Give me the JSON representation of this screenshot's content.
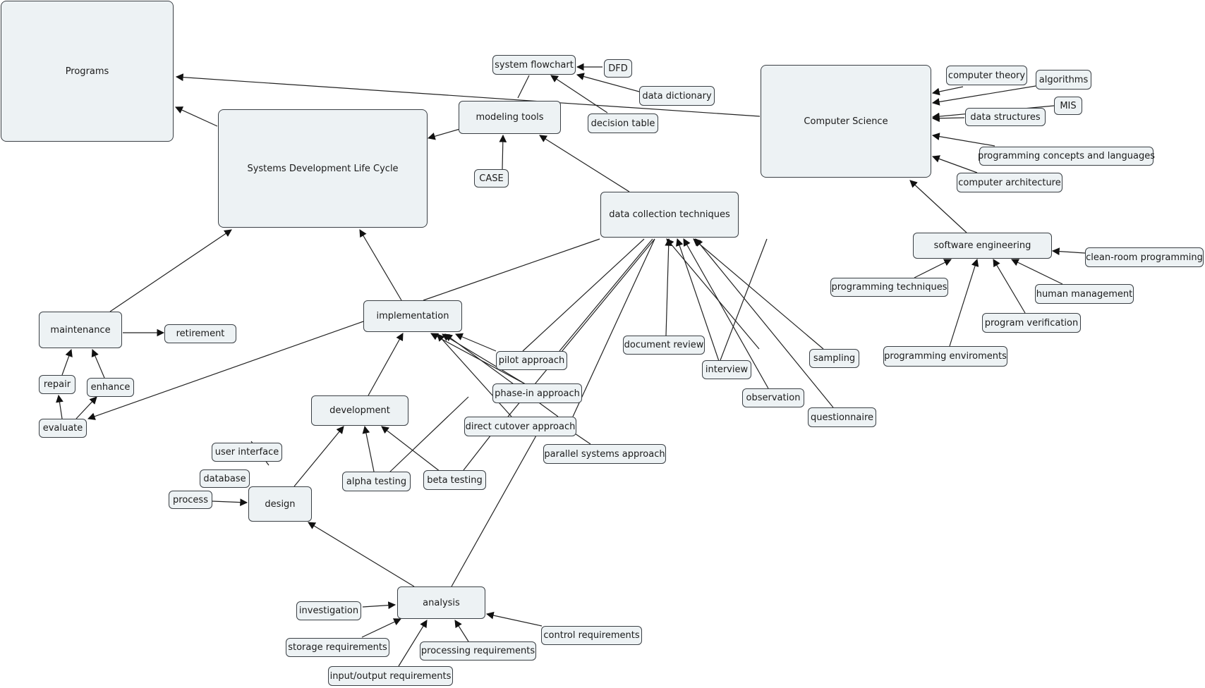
{
  "diagram": {
    "nodes": [
      {
        "id": "programs",
        "label": "Programs",
        "big": true
      },
      {
        "id": "sdlc",
        "label": "Systems Development Life Cycle",
        "big": true
      },
      {
        "id": "cs",
        "label": "Computer Science",
        "big": true
      },
      {
        "id": "system_flowchart",
        "label": "system flowchart"
      },
      {
        "id": "dfd",
        "label": "DFD"
      },
      {
        "id": "data_dictionary",
        "label": "data dictionary"
      },
      {
        "id": "modeling_tools",
        "label": "modeling tools"
      },
      {
        "id": "decision_table",
        "label": "decision table"
      },
      {
        "id": "case",
        "label": "CASE"
      },
      {
        "id": "data_collection",
        "label": "data collection techniques"
      },
      {
        "id": "computer_theory",
        "label": "computer theory"
      },
      {
        "id": "algorithms",
        "label": "algorithms"
      },
      {
        "id": "mis",
        "label": "MIS"
      },
      {
        "id": "data_structures",
        "label": "data structures"
      },
      {
        "id": "prog_concepts",
        "label": "programming concepts and languages"
      },
      {
        "id": "comp_arch",
        "label": "computer architecture"
      },
      {
        "id": "software_eng",
        "label": "software engineering"
      },
      {
        "id": "clean_room",
        "label": "clean-room programming"
      },
      {
        "id": "prog_techniques",
        "label": "programming techniques"
      },
      {
        "id": "human_mgmt",
        "label": "human management"
      },
      {
        "id": "program_verification",
        "label": "program verification"
      },
      {
        "id": "prog_environments",
        "label": "programming enviroments"
      },
      {
        "id": "maintenance",
        "label": "maintenance"
      },
      {
        "id": "retirement",
        "label": "retirement"
      },
      {
        "id": "repair",
        "label": "repair"
      },
      {
        "id": "enhance",
        "label": "enhance"
      },
      {
        "id": "evaluate",
        "label": "evaluate"
      },
      {
        "id": "implementation",
        "label": "implementation"
      },
      {
        "id": "pilot",
        "label": "pilot approach"
      },
      {
        "id": "phase_in",
        "label": "phase-in approach"
      },
      {
        "id": "direct_cutover",
        "label": "direct cutover approach"
      },
      {
        "id": "parallel",
        "label": "parallel systems approach"
      },
      {
        "id": "development",
        "label": "development"
      },
      {
        "id": "user_interface",
        "label": "user interface"
      },
      {
        "id": "database",
        "label": "database"
      },
      {
        "id": "process",
        "label": "process"
      },
      {
        "id": "design",
        "label": "design"
      },
      {
        "id": "alpha",
        "label": "alpha testing"
      },
      {
        "id": "beta",
        "label": "beta testing"
      },
      {
        "id": "document_review",
        "label": "document review"
      },
      {
        "id": "interview",
        "label": "interview"
      },
      {
        "id": "observation",
        "label": "observation"
      },
      {
        "id": "sampling",
        "label": "sampling"
      },
      {
        "id": "questionnaire",
        "label": "questionnaire"
      },
      {
        "id": "analysis",
        "label": "analysis"
      },
      {
        "id": "investigation",
        "label": "investigation"
      },
      {
        "id": "storage_req",
        "label": "storage requirements"
      },
      {
        "id": "processing_req",
        "label": "processing requirements"
      },
      {
        "id": "control_req",
        "label": "control requirements"
      },
      {
        "id": "io_req",
        "label": "input/output requirements"
      }
    ]
  }
}
